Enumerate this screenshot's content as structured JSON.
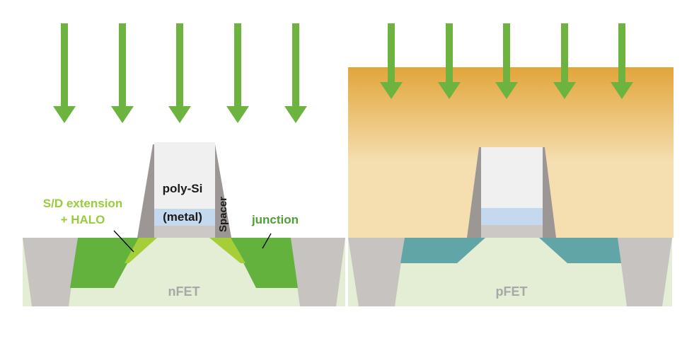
{
  "labels": {
    "poly_si": "poly-Si",
    "metal": "(metal)",
    "spacer": "Spacer",
    "sd_extension_line1": "S/D extension",
    "sd_extension_line2": "+ HALO",
    "junction": "junction",
    "nfet": "nFET",
    "pfet": "pFET"
  },
  "colors": {
    "implant_arrow": "#6db33f",
    "substrate": "#e4eed4",
    "isolation": "#c6c3c1",
    "spacer": "#9c9794",
    "gate_poly": "#f0f0f0",
    "gate_metal": "#c5d9ee",
    "gate_oxide": "#cbc8c6",
    "nfet_junction": "#64b23e",
    "nfet_extension": "#a6ce39",
    "pfet_junction": "#62a5a6",
    "photoresist_top": "#e2a53a",
    "photoresist_bottom": "#f5deb0",
    "label_dark": "#1a1a1a",
    "label_green_light": "#9acb3c",
    "label_green": "#4f9f35",
    "label_gray": "#a8a8a8"
  },
  "icons": {
    "implant_arrow": "arrow-down-icon"
  }
}
